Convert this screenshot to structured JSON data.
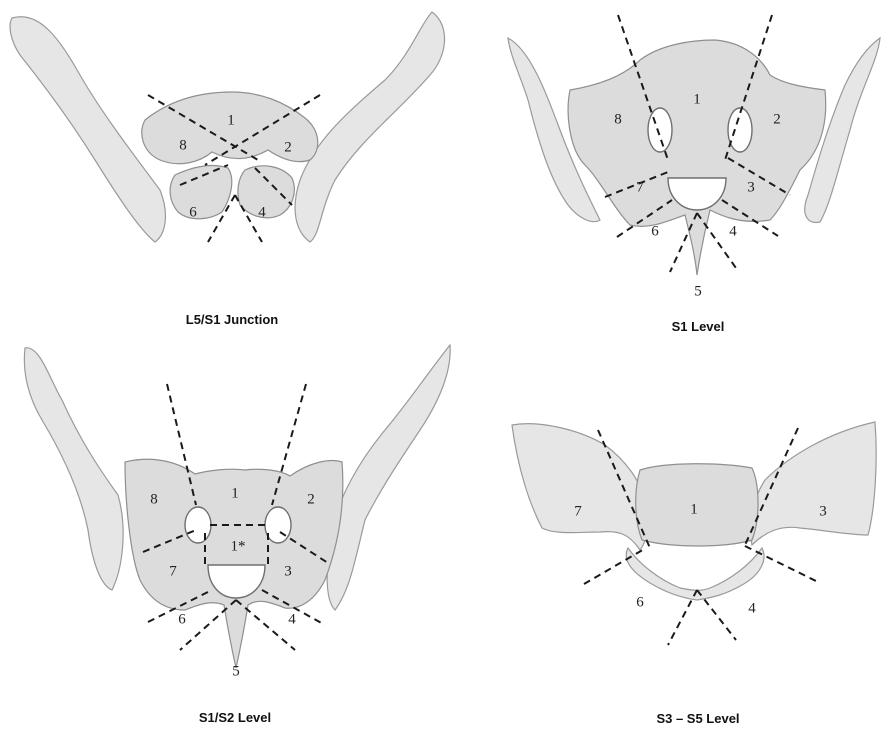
{
  "panels": [
    {
      "caption": "L5/S1 Junction",
      "zones": [
        "1",
        "2",
        "4",
        "6",
        "8"
      ]
    },
    {
      "caption": "S1 Level",
      "zones": [
        "1",
        "2",
        "3",
        "4",
        "5",
        "6",
        "7",
        "8"
      ]
    },
    {
      "caption": "S1/S2 Level",
      "zones": [
        "1",
        "1*",
        "2",
        "3",
        "4",
        "5",
        "6",
        "7",
        "8"
      ]
    },
    {
      "caption": "S3 – S5 Level",
      "zones": [
        "1",
        "3",
        "4",
        "6",
        "7"
      ]
    }
  ]
}
